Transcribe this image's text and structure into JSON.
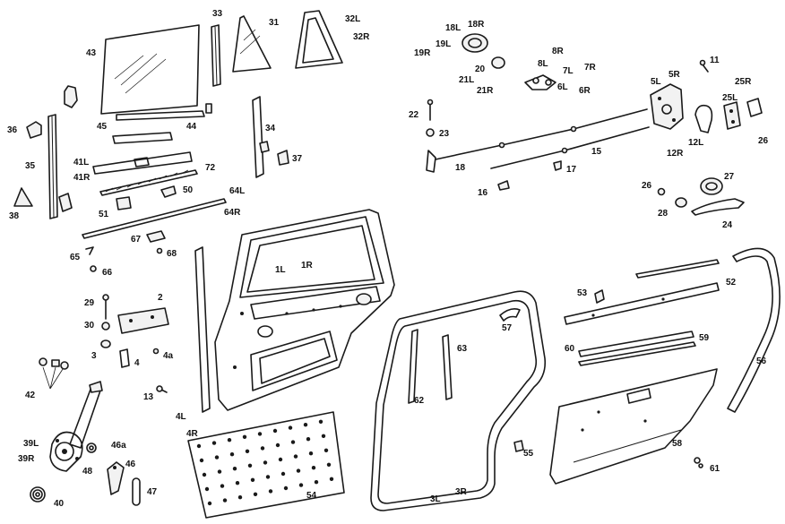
{
  "labels": {
    "p43": "43",
    "p33": "33",
    "p31": "31",
    "p32L": "32L",
    "p32R": "32R",
    "p18L": "18L",
    "p18R": "18R",
    "p19L": "19L",
    "p19R": "19R",
    "p20": "20",
    "p21L": "21L",
    "p21R": "21R",
    "p8R": "8R",
    "p8L": "8L",
    "p7L": "7L",
    "p7R": "7R",
    "p6L": "6L",
    "p6R": "6R",
    "p11": "11",
    "p5R": "5R",
    "p5L": "5L",
    "p25R": "25R",
    "p25L": "25L",
    "p26": "26",
    "p12L": "12L",
    "p12R": "12R",
    "p36": "36",
    "p45": "45",
    "p44": "44",
    "p34": "34",
    "p22": "22",
    "p23": "23",
    "p18": "18",
    "p15": "15",
    "p17": "17",
    "p16": "16",
    "p35": "35",
    "p41L": "41L",
    "p41R": "41R",
    "p72": "72",
    "p37": "37",
    "p38": "38",
    "p50": "50",
    "p64L": "64L",
    "p64R": "64R",
    "p51": "51",
    "p27": "27",
    "p26b": "26",
    "p28": "28",
    "p24": "24",
    "p67": "67",
    "p68": "68",
    "p65": "65",
    "p66": "66",
    "p1L": "1L",
    "p1R": "1R",
    "p52": "52",
    "p53": "53",
    "p57": "57",
    "p63": "63",
    "p60": "60",
    "p59": "59",
    "p56": "56",
    "p29": "29",
    "p2": "2",
    "p30": "30",
    "p3": "3",
    "p4": "4",
    "p4a": "4a",
    "p42": "42",
    "p13": "13",
    "p62": "62",
    "p4L": "4L",
    "p4R": "4R",
    "p39L": "39L",
    "p39R": "39R",
    "p46a": "46a",
    "p46": "46",
    "p48": "48",
    "p47": "47",
    "p40": "40",
    "p54": "54",
    "p55": "55",
    "p58": "58",
    "p3L": "3L",
    "p3R": "3R",
    "p61": "61"
  },
  "colors": {
    "ink": "#1a1a1a",
    "background": "#ffffff"
  }
}
